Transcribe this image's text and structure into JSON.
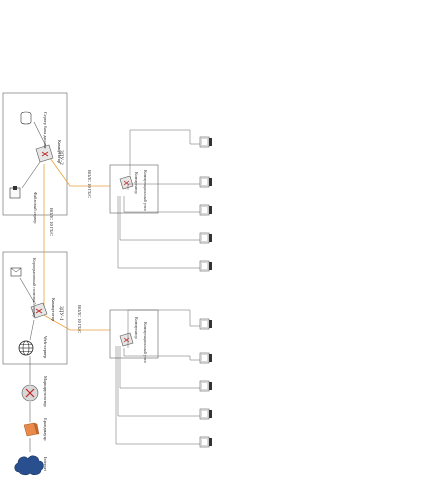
{
  "labels": {
    "internet": "Internet",
    "firewall": "Брандмауэр",
    "router": "Маршрутизатор",
    "webserver": "Web-сервер",
    "switch": "Коммутатор",
    "mail_server": "Корпоративный почтовый сервер",
    "file_server": "Файловый сервер",
    "db_server": "Сервер базы данных",
    "switch_node": "Коммутационный узел",
    "link_backbone": "ВОЛС 10 ГБ/С",
    "link_1": "ВОЛС 10 ГБ/С",
    "link_2": "ВОЛС 10 ГБ/С"
  },
  "buildings": [
    {
      "title": "ЗДУ-1"
    },
    {
      "title": "ЗДУ-2"
    }
  ],
  "groups": [
    {
      "workstations": [
        "pc",
        "pc",
        "pc",
        "pc",
        "pc"
      ]
    },
    {
      "workstations": [
        "pc",
        "pc",
        "pc",
        "pc",
        "pc"
      ]
    }
  ],
  "colors": {
    "fiber_link": "#e8a23a",
    "firewall_fill": "#e98a4a",
    "internet_cloud": "#2a4f8f",
    "router_mark": "#c02626",
    "line": "#555555",
    "box_border": "#777777"
  },
  "icons": {
    "internet": "cloud-icon",
    "firewall": "firewall-icon",
    "router": "router-icon",
    "webserver": "globe-icon",
    "switch": "switch-icon",
    "workstation": "computer-icon"
  }
}
